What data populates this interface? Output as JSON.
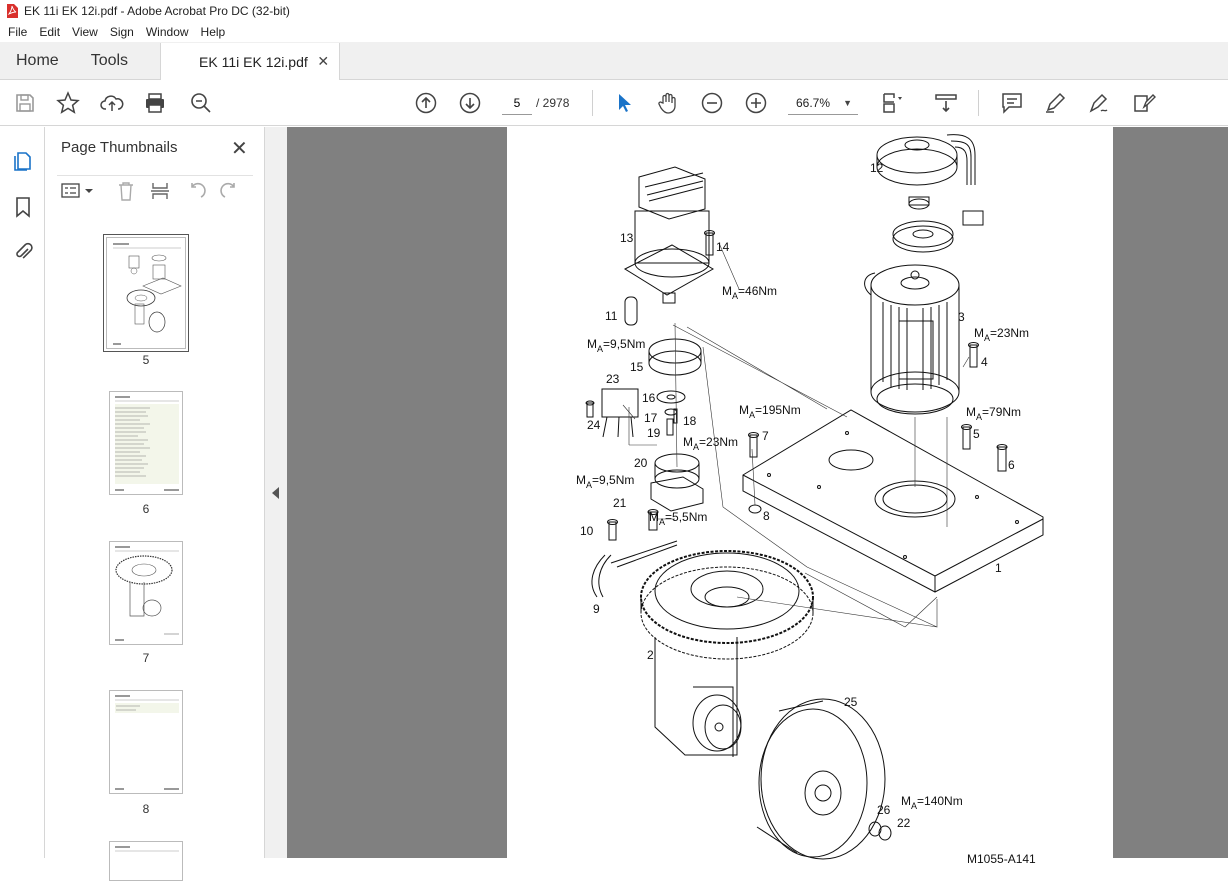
{
  "window": {
    "title": "EK 11i EK 12i.pdf - Adobe Acrobat Pro DC (32-bit)"
  },
  "menu": [
    "File",
    "Edit",
    "View",
    "Sign",
    "Window",
    "Help"
  ],
  "tabs": {
    "home": "Home",
    "tools": "Tools",
    "document": "EK 11i EK 12i.pdf"
  },
  "toolbar": {
    "current_page": "5",
    "total_pages": "/  2978",
    "zoom": "66.7%",
    "icons": [
      "save-icon",
      "star-icon",
      "upload-icon",
      "print-icon",
      "zoom-search-icon",
      "page-up-icon",
      "page-down-icon",
      "select-cursor-icon",
      "hand-icon",
      "zoom-out-icon",
      "zoom-in-icon",
      "fit-page-icon",
      "scroll-mode-icon",
      "comment-icon",
      "highlight-icon",
      "sign-icon",
      "edit-icon"
    ]
  },
  "panel": {
    "title": "Page Thumbnails",
    "thumbnails": [
      {
        "label": "5",
        "selected": true
      },
      {
        "label": "6",
        "selected": false
      },
      {
        "label": "7",
        "selected": false
      },
      {
        "label": "8",
        "selected": false
      }
    ]
  },
  "drawing": {
    "callouts": [
      "12",
      "13",
      "14",
      "11",
      "15",
      "16",
      "17",
      "18",
      "19",
      "20",
      "21",
      "23",
      "24",
      "10",
      "9",
      "2",
      "3",
      "4",
      "5",
      "6",
      "7",
      "8",
      "1",
      "25",
      "26",
      "22"
    ],
    "torques": {
      "t14": "=46Nm",
      "t4": "=23Nm",
      "t7": "=195Nm",
      "t5": "=79Nm",
      "t19": "=23Nm",
      "t24": "=9,5Nm",
      "t10": "=9,5Nm",
      "t21": "=5,5Nm",
      "t22": "=140Nm"
    },
    "torque_prefix": "M",
    "torque_sub": "A",
    "figure_id": "M1055-A141"
  }
}
